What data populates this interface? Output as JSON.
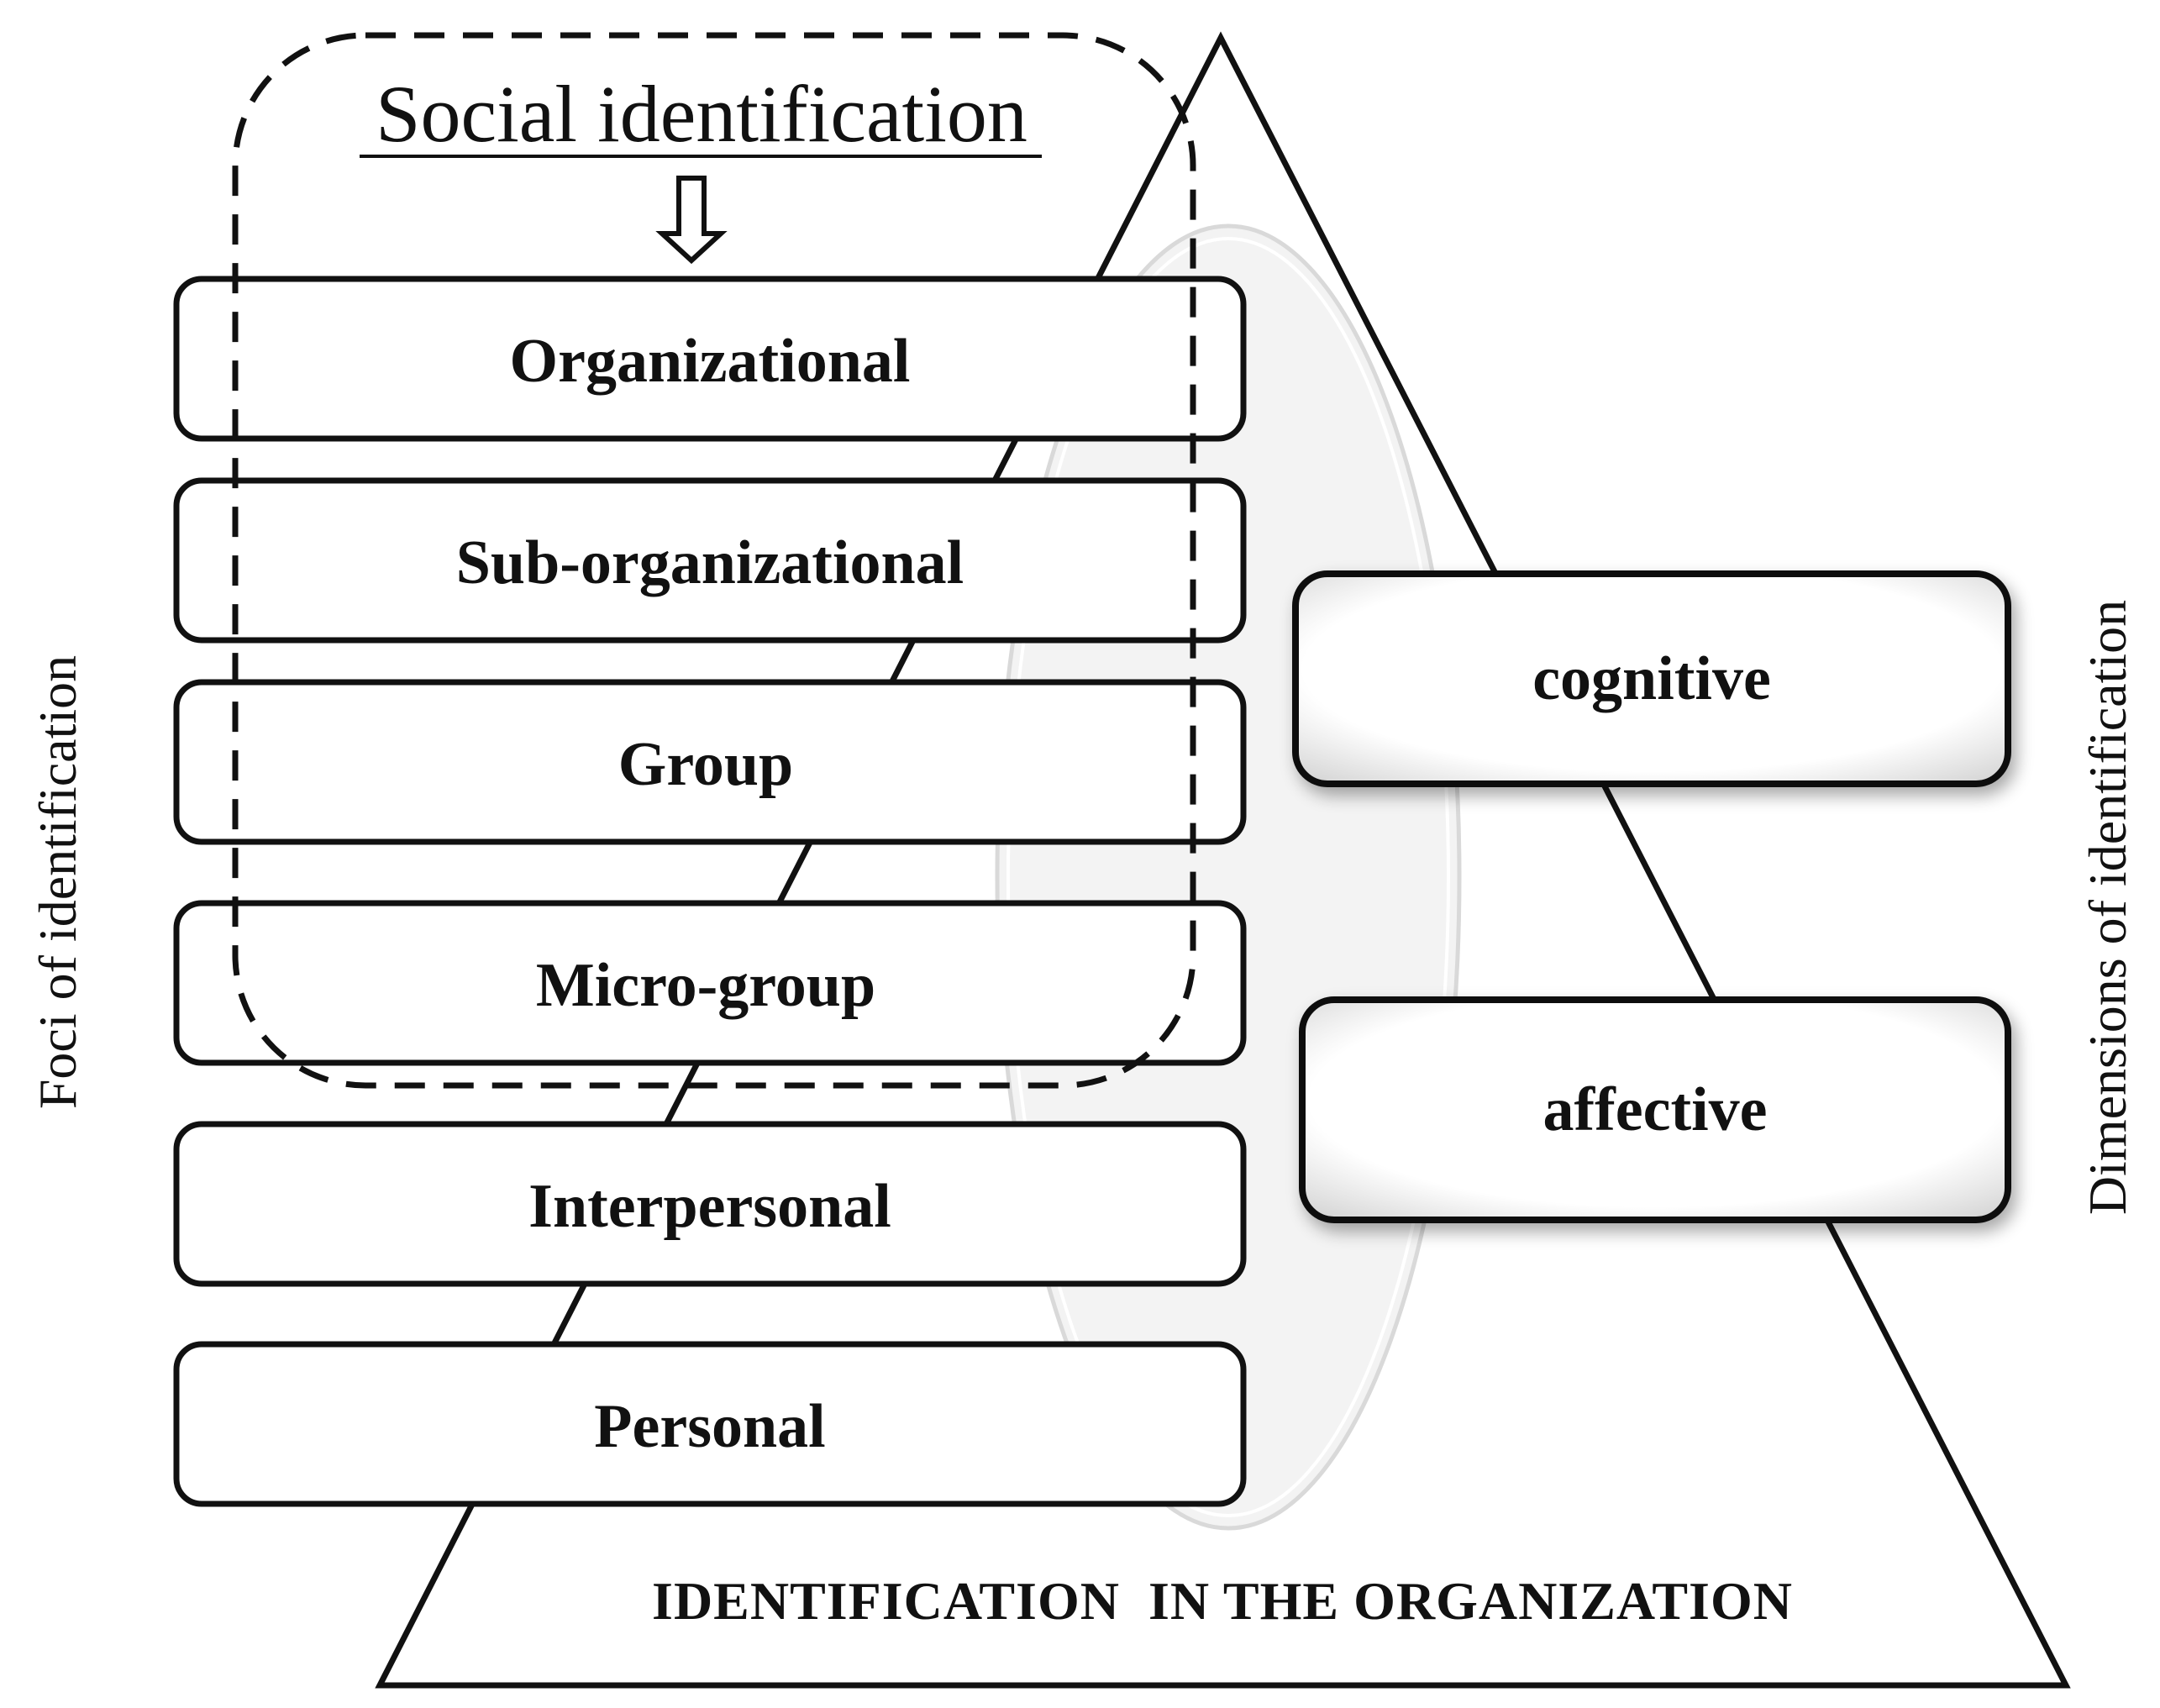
{
  "social_identification": {
    "label": "Social identification"
  },
  "foci": {
    "axis_label": "Foci of identification",
    "items": [
      {
        "label": "Organizational"
      },
      {
        "label": "Sub-organizational"
      },
      {
        "label": "Group"
      },
      {
        "label": "Micro-group"
      },
      {
        "label": "Interpersonal"
      },
      {
        "label": "Personal"
      }
    ]
  },
  "dimensions": {
    "axis_label": "Dimensions of identification",
    "items": [
      {
        "label": "cognitive"
      },
      {
        "label": "affective"
      }
    ]
  },
  "pyramid": {
    "base_label": "IDENTIFICATION  IN THE ORGANIZATION"
  },
  "colors": {
    "stroke": "#111111",
    "box_fill": "#ffffff",
    "ellipse_fill": "#f3f3f3",
    "ellipse_stroke": "#d9d9d9"
  }
}
